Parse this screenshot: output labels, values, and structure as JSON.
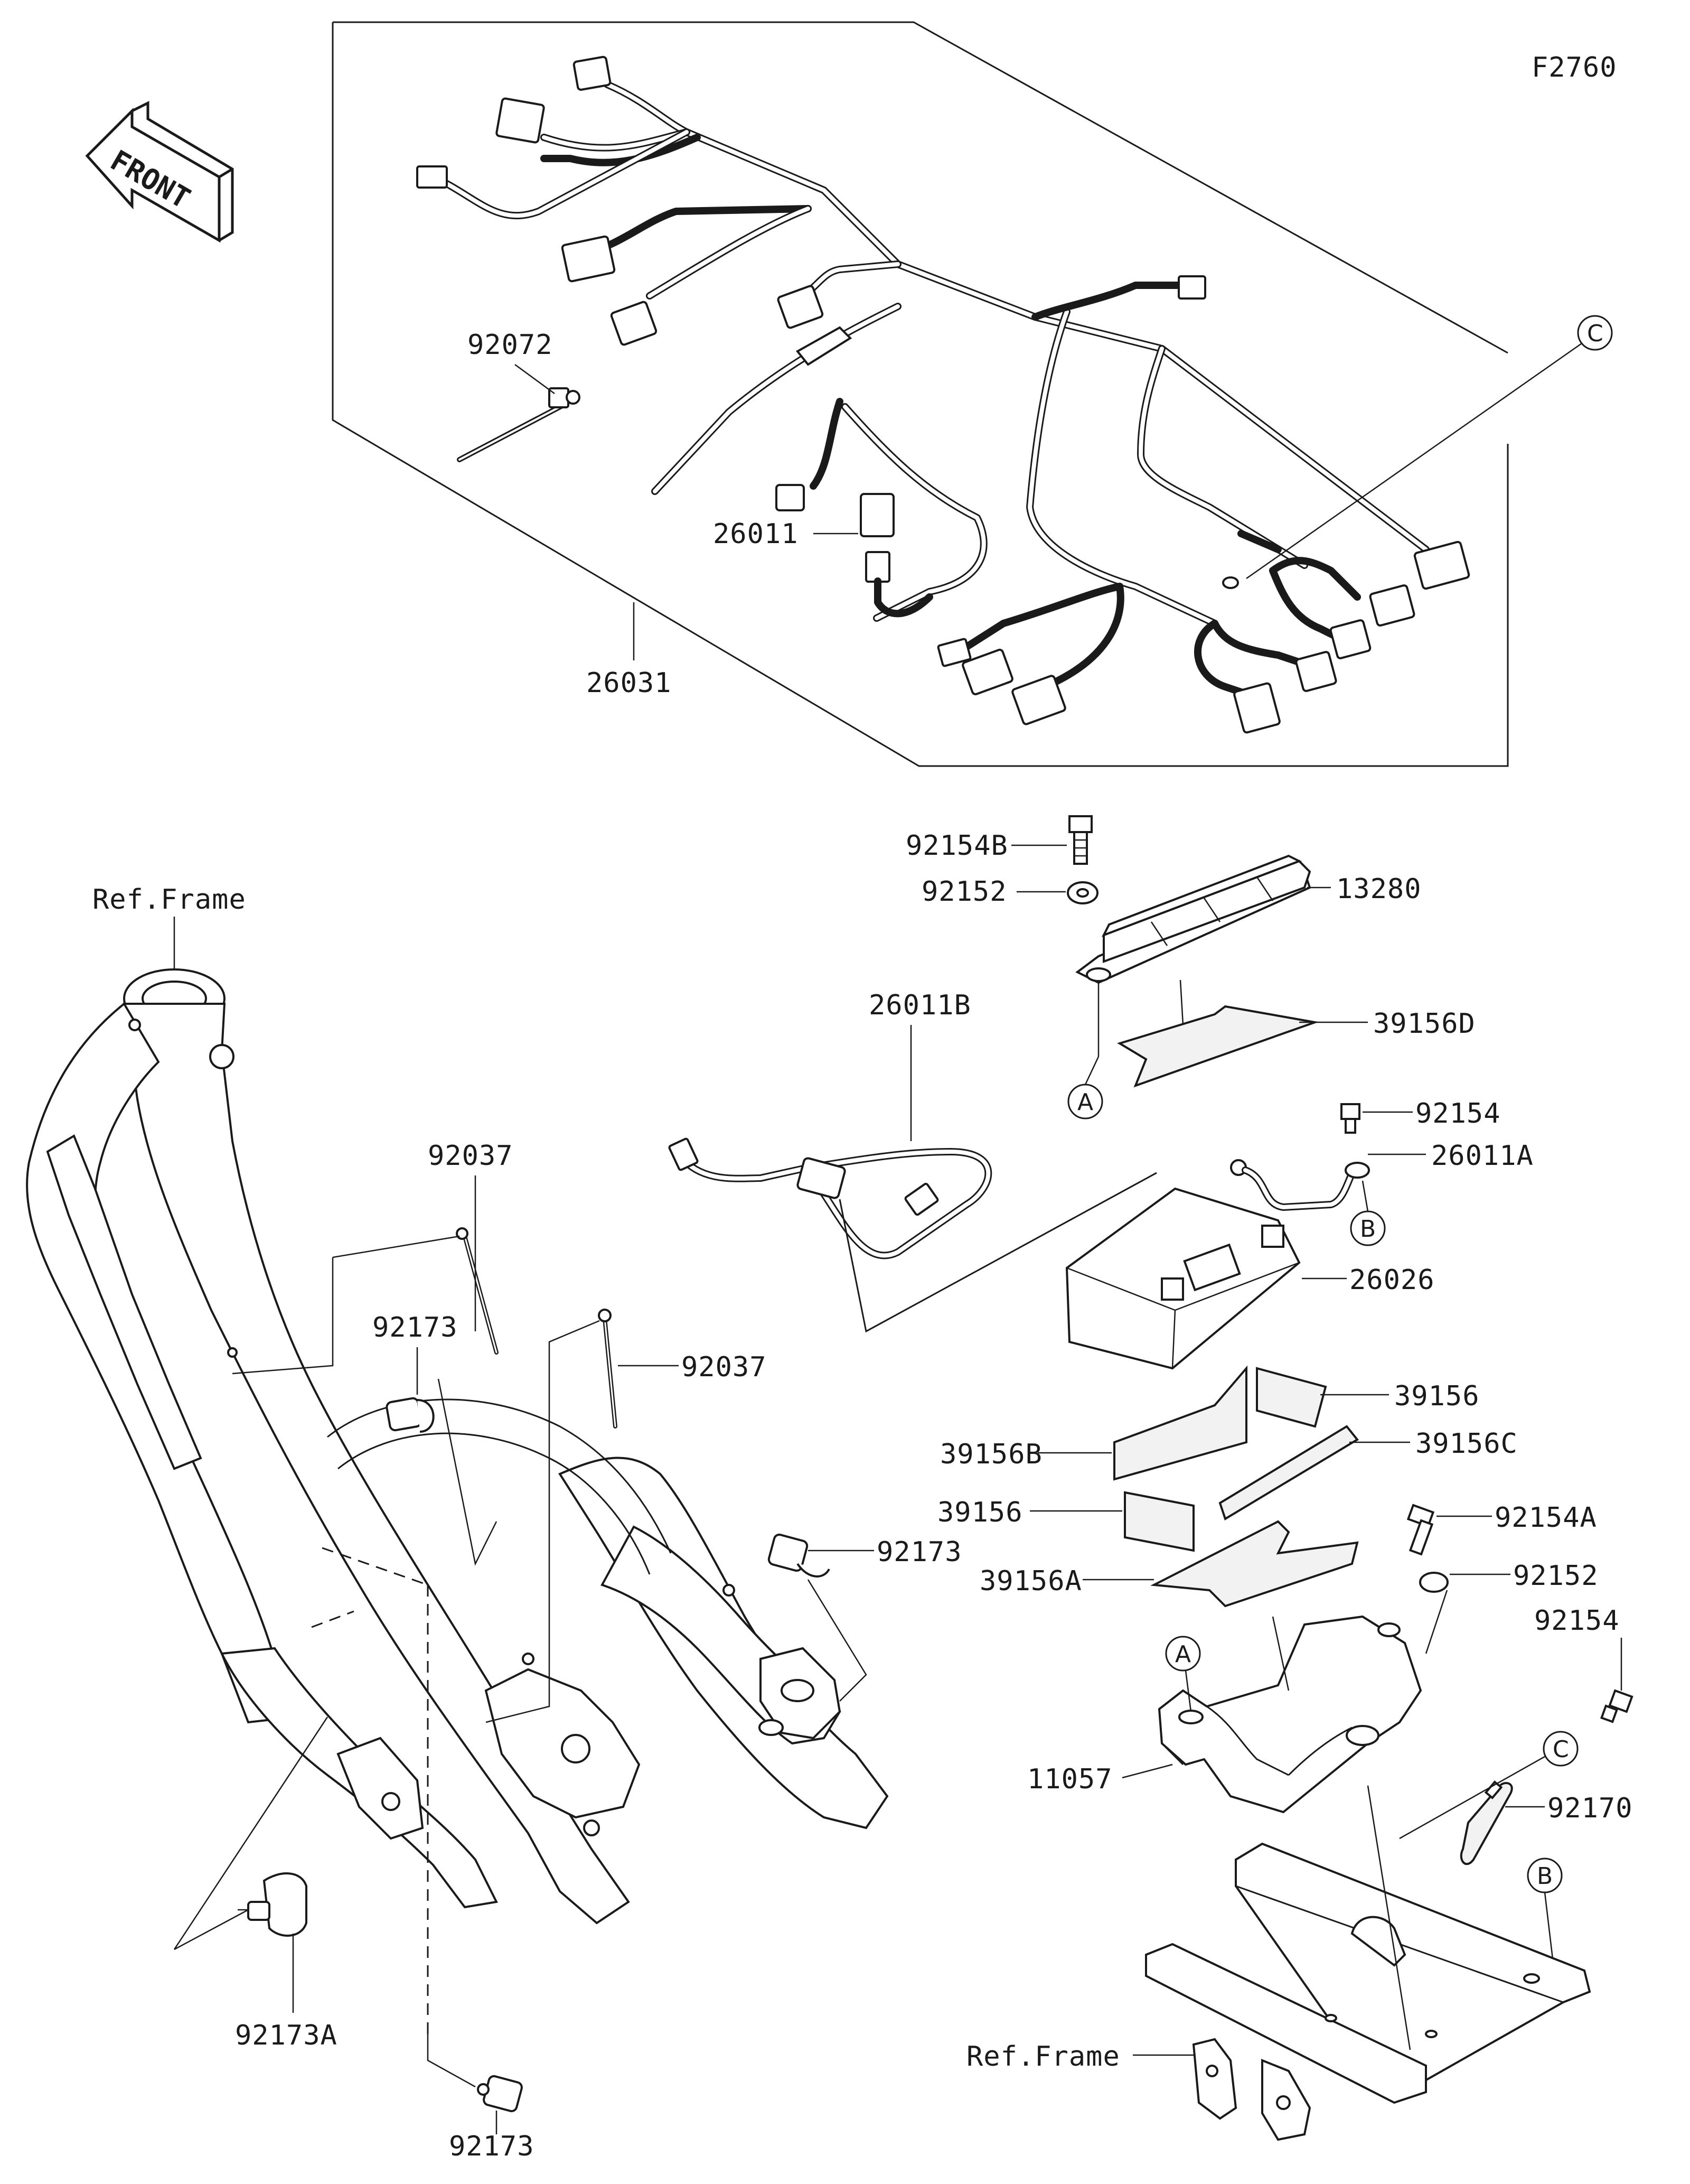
{
  "figure_id": "F2760",
  "front_arrow": {
    "label": "FRONT",
    "icon": "front-direction-arrow-icon"
  },
  "parts": {
    "p26031": "26031",
    "p92072": "92072",
    "p26011": "26011",
    "p92154B": "92154B",
    "p92152_top": "92152",
    "p13280": "13280",
    "p26011B": "26011B",
    "p39156D": "39156D",
    "p92154_top": "92154",
    "p26011A": "26011A",
    "p26026": "26026",
    "p39156_a": "39156",
    "p39156B": "39156B",
    "p39156C": "39156C",
    "p39156_b": "39156",
    "p92154A": "92154A",
    "p39156A": "39156A",
    "p92152_bot": "92152",
    "p92154_bot": "92154",
    "p11057": "11057",
    "p92170": "92170",
    "p92037_a": "92037",
    "p92037_b": "92037",
    "p92173_a": "92173",
    "p92173_b": "92173",
    "p92173_c": "92173",
    "p92173A": "92173A"
  },
  "references": {
    "ref_frame_top": "Ref.Frame",
    "ref_frame_bottom": "Ref.Frame"
  },
  "callouts": {
    "c_top": "C",
    "a_top": "A",
    "b_top": "B",
    "a_bot": "A",
    "c_bot": "C",
    "b_bot": "B"
  }
}
